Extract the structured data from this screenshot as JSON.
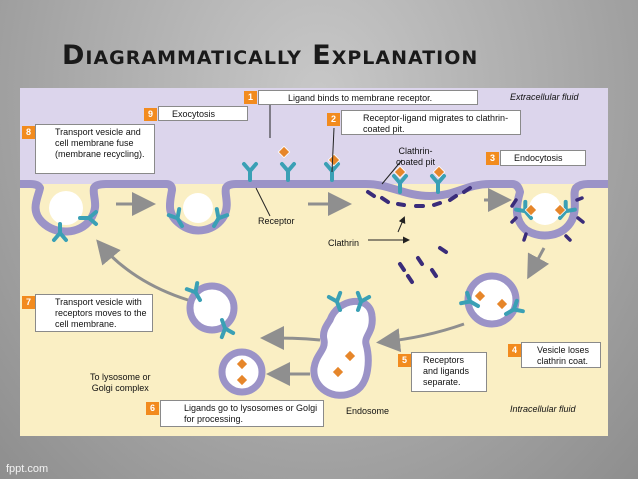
{
  "slide": {
    "title": "Diagrammatically Explanation",
    "footer": "fppt.com"
  },
  "colors": {
    "extracellular_fill": "#dcd5ec",
    "membrane": "#9b93c7",
    "intracellular_fill": "#faefc4",
    "receptor": "#3aa0b5",
    "ligand": "#e6862a",
    "clathrin": "#3a2c7a",
    "badge": "#f28b1e",
    "arrow": "#8f8f8f"
  },
  "regions": {
    "extracellular": "Extracellular fluid",
    "intracellular": "Intracellular fluid"
  },
  "steps": [
    {
      "number": "1",
      "text": "Ligand binds to membrane receptor."
    },
    {
      "number": "2",
      "text": "Receptor-ligand migrates to clathrin-coated pit."
    },
    {
      "number": "3",
      "text": "Endocytosis"
    },
    {
      "number": "4",
      "text": "Vesicle loses clathrin coat."
    },
    {
      "number": "5",
      "text": "Receptors and ligands separate."
    },
    {
      "number": "6",
      "text": "Ligands go to lysosomes or Golgi for processing."
    },
    {
      "number": "7",
      "text": "Transport vesicle with receptors moves to the cell membrane."
    },
    {
      "number": "8",
      "text": "Transport vesicle and cell membrane fuse (membrane recycling)."
    },
    {
      "number": "9",
      "text": "Exocytosis"
    }
  ],
  "labels": {
    "receptor": "Receptor",
    "clathrin_coated_pit": "Clathrin-\ncoated pit",
    "clathrin": "Clathrin",
    "endosome": "Endosome",
    "lysosome_golgi": "To lysosome or\nGolgi complex"
  }
}
